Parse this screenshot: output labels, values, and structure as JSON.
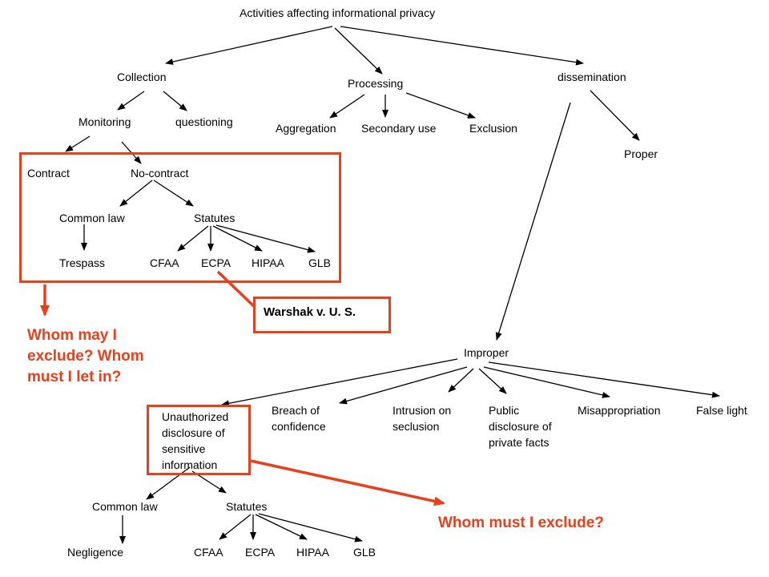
{
  "root": "Activities affecting informational privacy",
  "level1": {
    "collection": "Collection",
    "processing": "Processing",
    "dissemination": "dissemination"
  },
  "collection": {
    "monitoring": "Monitoring",
    "questioning": "questioning"
  },
  "processing": {
    "aggregation": "Aggregation",
    "secondary_use": "Secondary use",
    "exclusion": "Exclusion"
  },
  "monitoring": {
    "contract": "Contract",
    "no_contract": "No-contract"
  },
  "no_contract": {
    "common_law": "Common law",
    "statutes": "Statutes"
  },
  "upper_leaves": {
    "trespass": "Trespass",
    "cfaa": "CFAA",
    "ecpa": "ECPA",
    "hipaa": "HIPAA",
    "glb": "GLB"
  },
  "dissemination": {
    "proper": "Proper",
    "improper": "Improper"
  },
  "improper": {
    "unauthorized": "Unauthorized disclosure of sensitive information",
    "breach": "Breach of confidence",
    "intrusion": "Intrusion on seclusion",
    "public": "Public disclosure of private facts",
    "misappropriation": "Misappropriation",
    "false_light": "False light"
  },
  "unauthorized_children": {
    "common_law": "Common law",
    "statutes": "Statutes"
  },
  "lower_leaves": {
    "negligence": "Negligence",
    "cfaa": "CFAA",
    "ecpa": "ECPA",
    "hipaa": "HIPAA",
    "glb": "GLB"
  },
  "callouts": {
    "case": "Warshak v. U. S.",
    "exclude_or_let_in": "Whom may I exclude? Whom must I let in?",
    "must_exclude": "Whom must I exclude?"
  },
  "colors": {
    "accent": "#e8401c",
    "lines": "#000000"
  }
}
